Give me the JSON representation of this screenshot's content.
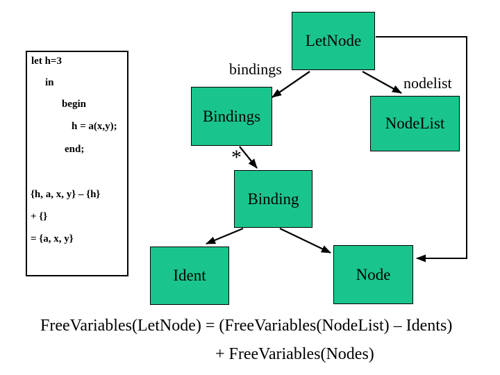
{
  "colors": {
    "node_fill": "#1AC58D",
    "node_border": "#000000",
    "arrow": "#000000"
  },
  "diagram": {
    "nodes": {
      "letnode": "LetNode",
      "bindings": "Bindings",
      "nodelist": "NodeList",
      "binding": "Binding",
      "ident": "Ident",
      "node": "Node"
    },
    "edge_labels": {
      "bindings": "bindings",
      "nodelist": "nodelist",
      "multiplicity": "*"
    }
  },
  "code_box": {
    "program_lines": [
      "let h=3",
      "in",
      "begin",
      "h = a(x,y);",
      "end;"
    ],
    "set_lines": [
      "{h, a, x, y} – {h}",
      "+ {}",
      "= {a, x, y}"
    ]
  },
  "equation": {
    "line1": "FreeVariables(LetNode) = (FreeVariables(NodeList) – Idents)",
    "line2": "+ FreeVariables(Nodes)"
  }
}
